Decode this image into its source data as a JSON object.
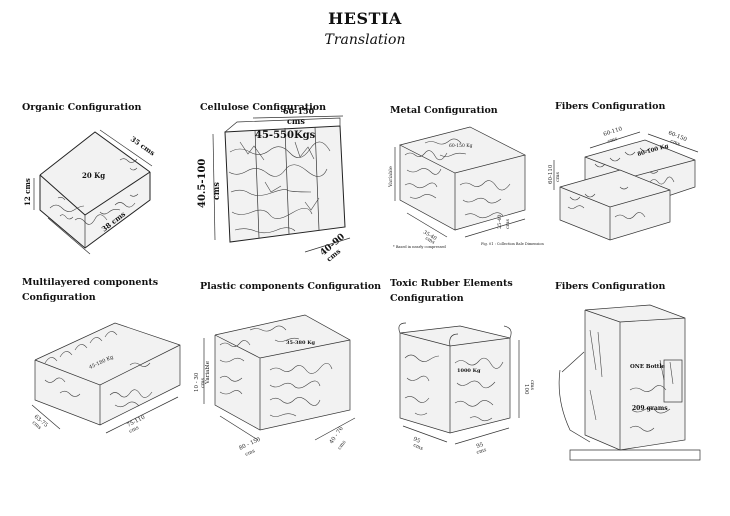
{
  "header": {
    "title": "HESTIA",
    "subtitle": "Translation"
  },
  "configurations": [
    {
      "label": "Organic Configuration",
      "dims": [
        "35 cms",
        "20 Kg",
        "12 cms",
        "38 cms"
      ]
    },
    {
      "label": "Cellulose Configuration",
      "dims": [
        "60-150",
        "cms",
        "45-550Kgs",
        "40.5-100",
        "cms",
        "40-90",
        "cms"
      ]
    },
    {
      "label": "Metal Configuration",
      "dims": [
        "60-150 Kg",
        "Variable",
        "35-40",
        "cms",
        "25-40",
        "cms",
        "* Based in nearly compressed",
        "Fig. 01 : Collection Bale Dimension"
      ]
    },
    {
      "label": "Fibers Configuration",
      "dims": [
        "60-110",
        "cms",
        "60-150",
        "cms",
        "80-100 Kg",
        "60-110",
        "cms"
      ]
    },
    {
      "label_line1": "Multilayered components",
      "label_line2": "Configuration",
      "dims": [
        "45-180 Kg",
        "75-110",
        "cms",
        "63-75",
        "cms"
      ]
    },
    {
      "label": "Plastic components Configuration",
      "dims": [
        "35-380 Kg",
        "Variable",
        "10 - 30",
        "cms",
        "80 - 150",
        "cms",
        "40 - 76",
        "cms"
      ]
    },
    {
      "label_line1": "Toxic Rubber Elements",
      "label_line2": "Configuration",
      "dims": [
        "1000 Kg",
        "95",
        "cms",
        "95",
        "cms",
        "100",
        "cms"
      ]
    },
    {
      "label": "Fibers Configuration",
      "dims": [
        "ONE Bottle",
        "209 grams"
      ]
    }
  ]
}
